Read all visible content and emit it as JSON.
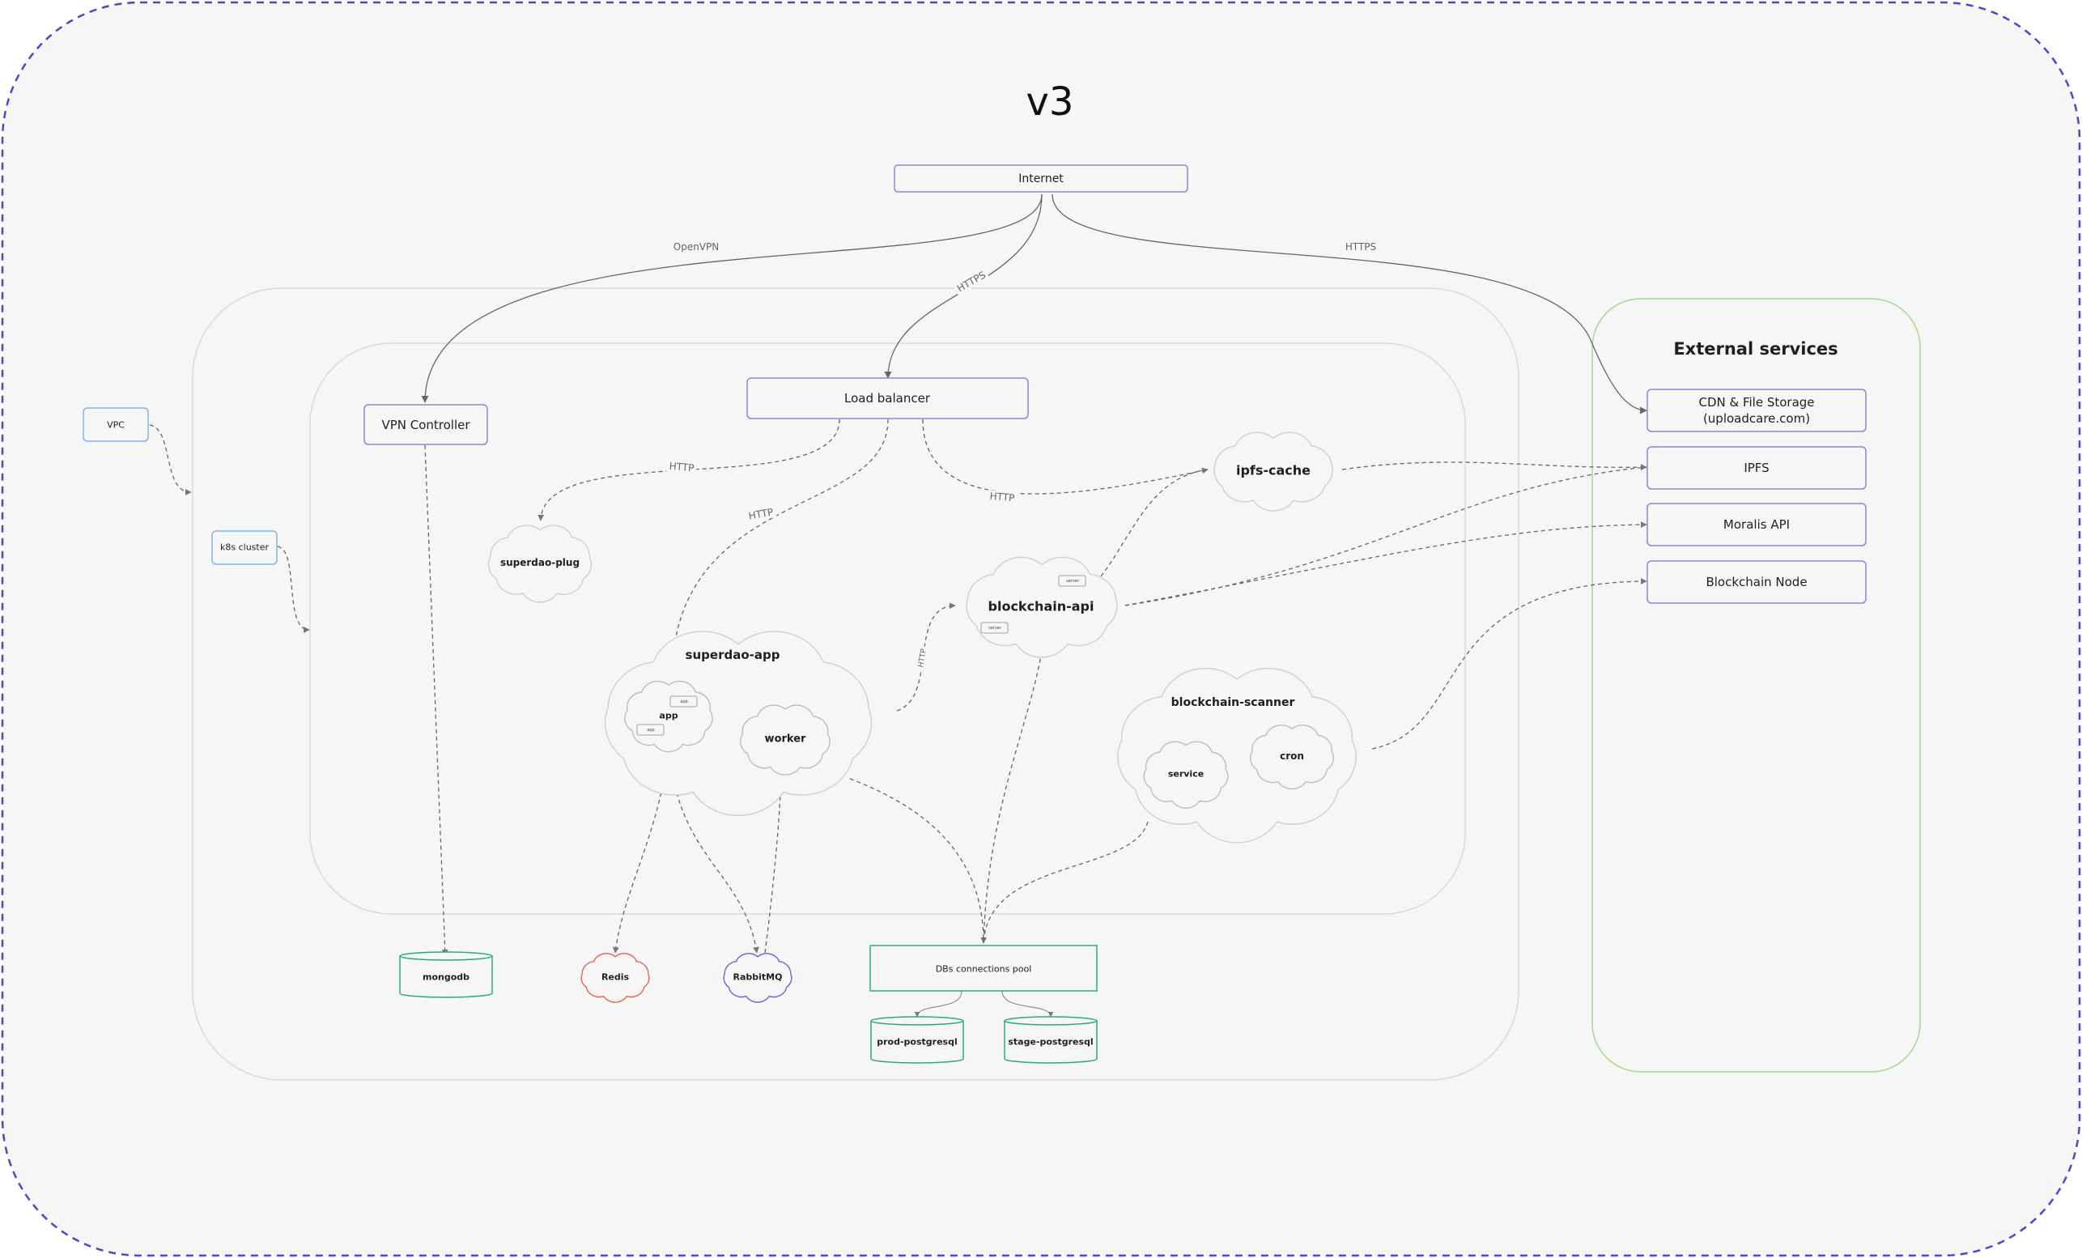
{
  "title": "v3",
  "nodes": {
    "internet": "Internet",
    "vpc": "VPC",
    "k8s_cluster": "k8s cluster",
    "vpn_controller": "VPN Controller",
    "load_balancer": "Load balancer",
    "superdao_plug": "superdao-plug",
    "ipfs_cache": "ipfs-cache",
    "blockchain_api": "blockchain-api",
    "blockchain_api_server_1": "server",
    "blockchain_api_server_2": "server",
    "superdao_app": "superdao-app",
    "app": "app",
    "app_tag_1": "app",
    "app_tag_2": "app",
    "worker": "worker",
    "blockchain_scanner": "blockchain-scanner",
    "service": "service",
    "cron": "cron",
    "mongodb": "mongodb",
    "redis": "Redis",
    "rabbitmq": "RabbitMQ",
    "dbs_pool": "DBs connections pool",
    "prod_postgresql": "prod-postgresql",
    "stage_postgresql": "stage-postgresql"
  },
  "external": {
    "title": "External services",
    "cdn_line1": "CDN & File Storage",
    "cdn_line2": "(uploadcare.com)",
    "ipfs": "IPFS",
    "moralis": "Moralis API",
    "blockchain_node": "Blockchain Node"
  },
  "edges": {
    "openvpn": "OpenVPN",
    "https_lb": "HTTPS",
    "https_cdn": "HTTPS",
    "http_plug": "HTTP",
    "http_app": "HTTP",
    "http_ipfs": "HTTP",
    "http_api": "HTTP"
  },
  "colors": {
    "outer_border": "#5b3fd0",
    "box_purple": "#8a86d8",
    "box_blue": "#7fb3e8",
    "teal": "#2aa88a",
    "redis_red": "#e8604c",
    "rabbit_purple": "#7a5cd6",
    "ext_green": "#a8d88a",
    "cloud_gray": "#cfcfcf"
  }
}
